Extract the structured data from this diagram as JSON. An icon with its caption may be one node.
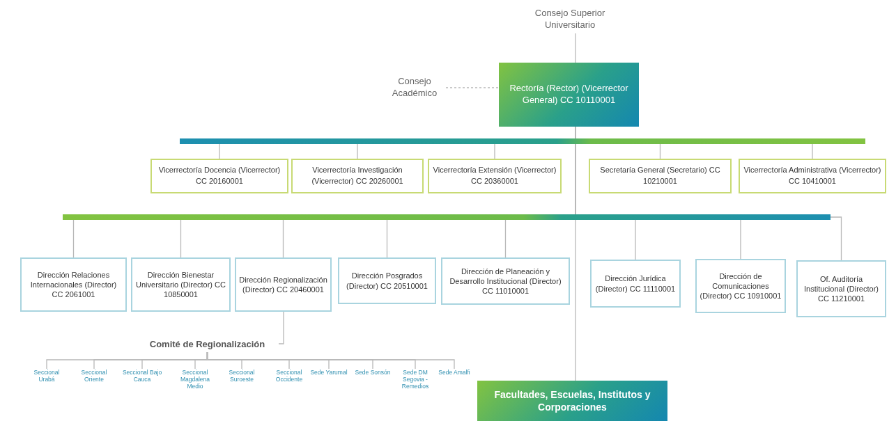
{
  "diagram": {
    "nodes": [
      {
        "text": [
          "Consejo Superior Universitario"
        ]
      },
      {
        "text": [
          "Consejo Académico"
        ]
      },
      {
        "text": [
          "Rectoría (Rector) (Vicerrector General) CC 10110001"
        ]
      },
      {
        "text": [
          "Vicerrectoría Docencia (Vicerrector) CC 20160001"
        ]
      },
      {
        "text": [
          "Vicerrectoría Investigación (Vicerrector) CC 20260001"
        ]
      },
      {
        "text": [
          "Vicerrectoría Extensión (Vicerrector) CC 20360001"
        ]
      },
      {
        "text": [
          "Secretaría General (Secretario) CC 10210001"
        ]
      },
      {
        "text": [
          "Vicerrectoría Administrativa (Vicerrector) CC 10410001"
        ]
      },
      {
        "text": [
          "Dirección Relaciones Internacionales (Director) CC 2061001"
        ]
      },
      {
        "text": [
          "Dirección Bienestar Universitario (Director) CC 10850001"
        ]
      },
      {
        "text": [
          "Dirección Regionalización (Director) CC 20460001"
        ]
      },
      {
        "text": [
          "Dirección Posgrados (Director) CC 20510001"
        ]
      },
      {
        "text": [
          "Dirección de Planeación y Desarrollo Institucional (Director) CC 11010001"
        ]
      },
      {
        "text": [
          "Dirección Jurídica (Director) CC 11110001"
        ]
      },
      {
        "text": [
          "Dirección de Comunicaciones (Director) CC 10910001"
        ]
      },
      {
        "text": [
          "Of. Auditoría Institucional (Director) CC 11210001"
        ]
      },
      {
        "text": [
          "Comité de Regionalización"
        ]
      },
      {
        "text": [
          "Seccional Urabá"
        ]
      },
      {
        "text": [
          "Seccional Oriente"
        ]
      },
      {
        "text": [
          "Seccional Bajo Cauca"
        ]
      },
      {
        "text": [
          "Seccional Magdalena Medio"
        ]
      },
      {
        "text": [
          "Seccional Suroeste"
        ]
      },
      {
        "text": [
          "Seccional Occidente"
        ]
      },
      {
        "text": [
          "Sede Yarumal"
        ]
      },
      {
        "text": [
          "Sede Sonsón"
        ]
      },
      {
        "text": [
          "Sede DM Segovia - Remedios"
        ]
      },
      {
        "text": [
          "Sede Amalfi"
        ]
      },
      {
        "text": [
          "Facultades, Escuelas, Institutos y Corporaciones"
        ]
      }
    ],
    "edges": [
      {
        "from": 0,
        "to": 2,
        "arrow": "none"
      },
      {
        "from": 1,
        "to": 2,
        "arrow": "none",
        "style": "dashed"
      },
      {
        "from": 2,
        "to": 3,
        "arrow": "none"
      },
      {
        "from": 2,
        "to": 4,
        "arrow": "none"
      },
      {
        "from": 2,
        "to": 5,
        "arrow": "none"
      },
      {
        "from": 2,
        "to": 6,
        "arrow": "none"
      },
      {
        "from": 2,
        "to": 7,
        "arrow": "none"
      },
      {
        "from": 2,
        "to": 8,
        "arrow": "none"
      },
      {
        "from": 2,
        "to": 9,
        "arrow": "none"
      },
      {
        "from": 2,
        "to": 10,
        "arrow": "none"
      },
      {
        "from": 2,
        "to": 11,
        "arrow": "none"
      },
      {
        "from": 2,
        "to": 12,
        "arrow": "none"
      },
      {
        "from": 2,
        "to": 13,
        "arrow": "none"
      },
      {
        "from": 2,
        "to": 14,
        "arrow": "none"
      },
      {
        "from": 2,
        "to": 15,
        "arrow": "none"
      },
      {
        "from": 10,
        "to": 16,
        "arrow": "none"
      },
      {
        "from": 16,
        "to": 17,
        "arrow": "none"
      },
      {
        "from": 16,
        "to": 18,
        "arrow": "none"
      },
      {
        "from": 16,
        "to": 19,
        "arrow": "none"
      },
      {
        "from": 16,
        "to": 20,
        "arrow": "none"
      },
      {
        "from": 16,
        "to": 21,
        "arrow": "none"
      },
      {
        "from": 16,
        "to": 22,
        "arrow": "none"
      },
      {
        "from": 16,
        "to": 23,
        "arrow": "none"
      },
      {
        "from": 16,
        "to": 24,
        "arrow": "none"
      },
      {
        "from": 16,
        "to": 25,
        "arrow": "none"
      },
      {
        "from": 16,
        "to": 26,
        "arrow": "none"
      },
      {
        "from": 2,
        "to": 27,
        "arrow": "none"
      }
    ]
  }
}
